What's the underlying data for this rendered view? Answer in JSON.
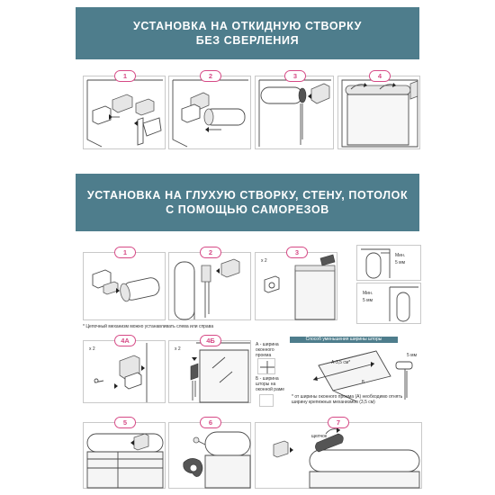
{
  "section1": {
    "title_line1": "УСТАНОВКА НА ОТКИДНУЮ СТВОРКУ",
    "title_line2": "БЕЗ СВЕРЛЕНИЯ",
    "steps": [
      "1",
      "2",
      "3",
      "4"
    ]
  },
  "section2": {
    "title_line1": "УСТАНОВКА НА ГЛУХУЮ СТВОРКУ, СТЕНУ, ПОТОЛОК",
    "title_line2": "С ПОМОЩЬЮ САМОРЕЗОВ",
    "steps_row1": [
      "1",
      "2",
      "3"
    ],
    "steps_row2": [
      "4А",
      "4Б"
    ],
    "steps_row3": [
      "5",
      "6",
      "7"
    ],
    "chain_note": "* Цепочный механизм можно устанавливать слева или справа",
    "qty_x2": "x 2",
    "min_label": "Мин.",
    "min_value": "5 мм",
    "width_method_title": "Способ уменьшения ширины шторы",
    "label_a": "А - ширина оконного проема",
    "label_b": "Б - ширина шторы на оконной раме",
    "measure_1": "А-3,5 см*",
    "measure_2": "Б",
    "measure_3": "5 мм",
    "width_note": "* от ширины оконного проема (А) необходимо отнять ширину крепежных механизмов (3,5 см)",
    "click_label": "щелчок"
  },
  "colors": {
    "banner": "#4e7d8c",
    "badge": "#d64a86"
  }
}
